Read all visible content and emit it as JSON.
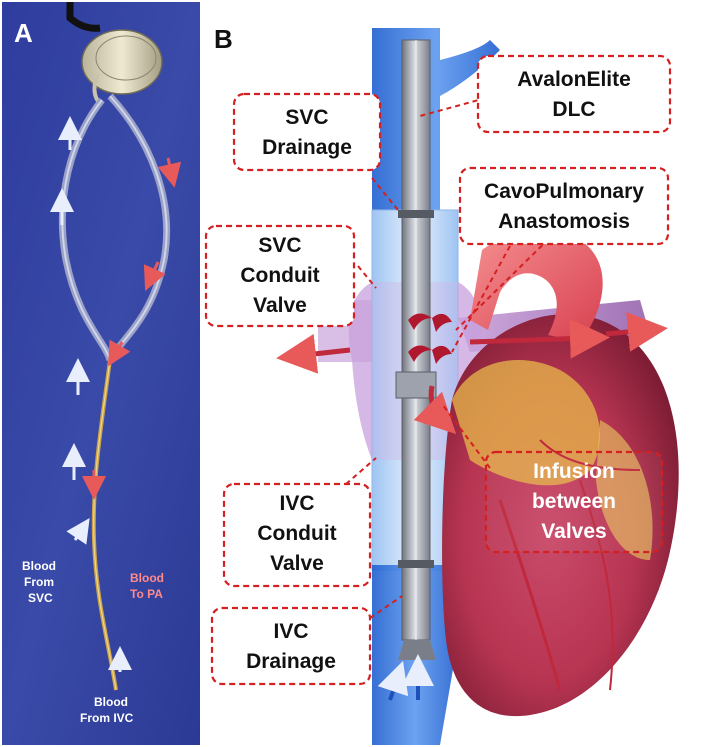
{
  "panel_a": {
    "letter": "A",
    "labels": {
      "blood_from_svc": [
        "Blood",
        "From",
        "SVC"
      ],
      "blood_to_pa": [
        "Blood",
        "To PA"
      ],
      "blood_from_ivc": [
        "Blood",
        "From IVC"
      ]
    }
  },
  "panel_b": {
    "letter": "B",
    "callouts": {
      "avalon": [
        "AvalonElite",
        "DLC"
      ],
      "svc_drainage": [
        "SVC",
        "Drainage"
      ],
      "cavopulmonary": [
        "CavoPulmonary",
        "Anastomosis"
      ],
      "svc_valve": [
        "SVC",
        "Conduit",
        "Valve"
      ],
      "infusion": [
        "Infusion",
        "between",
        "Valves"
      ],
      "ivc_valve": [
        "IVC",
        "Conduit",
        "Valve"
      ],
      "ivc_drainage": [
        "IVC",
        "Drainage"
      ]
    }
  },
  "colors": {
    "photo_background": "#3a4aa8",
    "callout_border": "#d42020",
    "arrow_red": "#e85a5a",
    "arrow_white": "#e8eefc",
    "vessel_blue": "#2a6ad8",
    "heart_red": "#d8485a"
  }
}
